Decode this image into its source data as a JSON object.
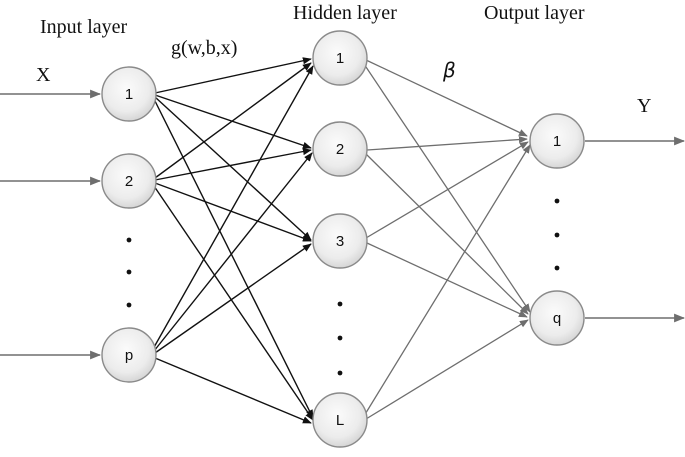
{
  "layers": {
    "input": {
      "title": "Input layer",
      "input_symbol": "X",
      "nodes": [
        "1",
        "2",
        "p"
      ]
    },
    "hidden": {
      "title": "Hidden layer",
      "activation_label": "g(w,b,x)",
      "nodes": [
        "1",
        "2",
        "3",
        "L"
      ]
    },
    "output": {
      "title": "Output layer",
      "weight_symbol": "β",
      "output_symbol": "Y",
      "nodes": [
        "1",
        "q"
      ]
    }
  },
  "colors": {
    "node_fill_light": "#f7f7f7",
    "node_fill_dark": "#d9d9d9",
    "node_stroke": "#8a8a8a",
    "input_edges": "#111111",
    "output_edges": "#6e6e6e"
  }
}
